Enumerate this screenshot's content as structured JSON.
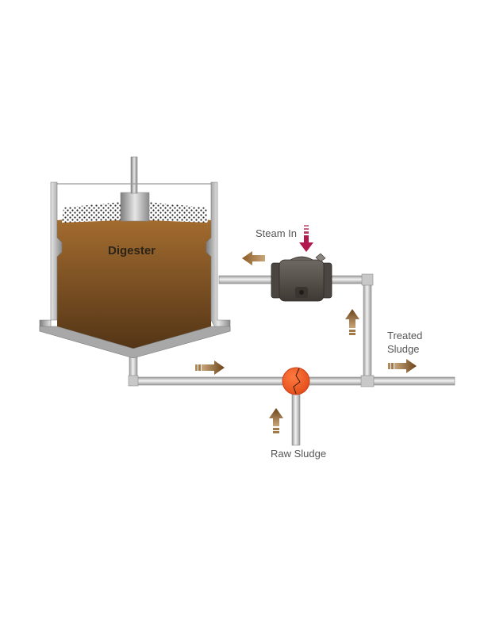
{
  "diagram": {
    "type": "process-flow",
    "title": "Sludge heating with direct steam injection",
    "labels": {
      "digester": "Digester",
      "steam_in": "Steam In",
      "treated_sludge_line1": "Treated",
      "treated_sludge_line2": "Sludge",
      "raw_sludge": "Raw Sludge"
    },
    "colors": {
      "sludge_top": "#a06a2e",
      "sludge_bottom": "#5a3a18",
      "tank_metal": "#9a9a9a",
      "pipe": "#b8b8b8",
      "heat_exchanger": "#f05a28",
      "steam_arrow": "#b0184e",
      "flow_arrow": "#7a4e22",
      "injector_body": "#5a5550"
    },
    "components": [
      {
        "id": "digester",
        "kind": "tank",
        "label": "Digester"
      },
      {
        "id": "steam_injector",
        "kind": "direct-steam-heater",
        "input": "Steam In"
      },
      {
        "id": "heat_exchanger",
        "kind": "heat-exchanger"
      },
      {
        "id": "raw_sludge_inlet",
        "kind": "inlet",
        "label": "Raw Sludge"
      },
      {
        "id": "treated_sludge_outlet",
        "kind": "outlet",
        "label": "Treated Sludge"
      }
    ],
    "flows": [
      {
        "from": "digester",
        "to": "heat_exchanger",
        "direction": "right"
      },
      {
        "from": "raw_sludge_inlet",
        "to": "heat_exchanger",
        "direction": "up"
      },
      {
        "from": "heat_exchanger",
        "to": "steam_injector",
        "direction": "up"
      },
      {
        "from": "steam_injector",
        "to": "digester",
        "direction": "left"
      },
      {
        "from": "heat_exchanger",
        "to": "treated_sludge_outlet",
        "direction": "right"
      },
      {
        "from": "steam_in",
        "to": "steam_injector",
        "direction": "down"
      }
    ]
  }
}
